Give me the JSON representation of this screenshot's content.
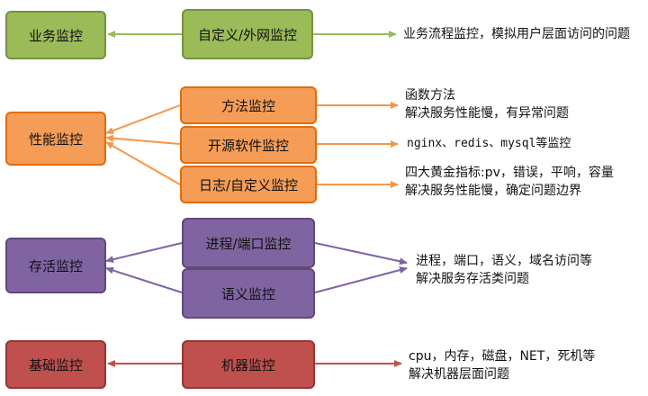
{
  "groups": [
    {
      "category": "业务监控",
      "items": [
        "自定义/外网监控"
      ],
      "desc": [
        "业务流程监控，模拟用户层面访问的问题"
      ]
    },
    {
      "category": "性能监控",
      "items": [
        "方法监控",
        "开源软件监控",
        "日志/自定义监控"
      ],
      "desc_item0": [
        "函数方法",
        "解决服务性能慢，有异常问题"
      ],
      "desc_item1": [
        "nginx、redis、mysql等监控"
      ],
      "desc_item2": [
        "四大黄金指标:pv，错误，平响，容量",
        "解决服务性能慢，确定问题边界"
      ]
    },
    {
      "category": "存活监控",
      "items": [
        "进程/端口监控",
        "语义监控"
      ],
      "desc": [
        "进程，端口，语义，域名访问等",
        "解决服务存活类问题"
      ]
    },
    {
      "category": "基础监控",
      "items": [
        "机器监控"
      ],
      "desc": [
        "cpu，内存，磁盘，NET，死机等",
        "解决机器层面问题"
      ]
    }
  ],
  "colors": {
    "green_arrow": "#9bbb59",
    "orange_arrow": "#f79646",
    "purple_arrow": "#8064a2",
    "red_arrow": "#c0504d"
  }
}
